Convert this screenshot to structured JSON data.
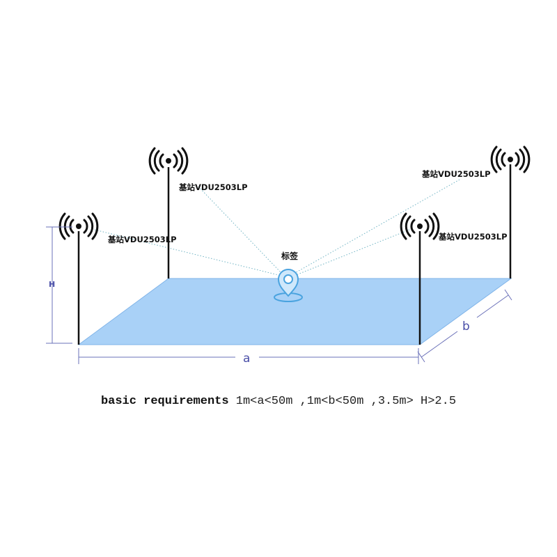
{
  "diagram": {
    "stations": [
      {
        "label": "基站VDU2503LP"
      },
      {
        "label": "基站VDU2503LP"
      },
      {
        "label": "基站VDU2503LP"
      },
      {
        "label": "基站VDU2503LP"
      }
    ],
    "tag_label": "标签",
    "dimensions": {
      "height_label": "H",
      "length_label": "a",
      "width_label": "b"
    },
    "icons": {
      "antenna": "antenna-signal-icon",
      "tag": "location-pin-icon"
    },
    "colors": {
      "floor_fill": "#a9d1f7",
      "floor_edge": "#7fb3e8",
      "pole": "#111111",
      "dimension_line": "#6a70b8",
      "signal_path": "#6fb3c3"
    }
  },
  "requirements": {
    "label": "basic requirements",
    "text": "1m<a<50m ,1m<b<50m ,3.5m> H>2.5"
  }
}
